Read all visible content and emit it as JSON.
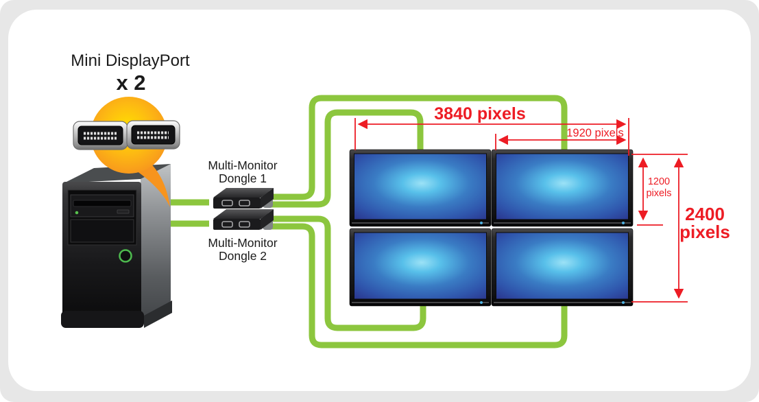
{
  "source": {
    "port_label": "Mini DisplayPort",
    "port_count_label": "x 2"
  },
  "dongles": [
    {
      "label_lines": [
        "Multi-Monitor",
        "Dongle 1"
      ]
    },
    {
      "label_lines": [
        "Multi-Monitor",
        "Dongle 2"
      ]
    }
  ],
  "dimensions": {
    "wall_width": "3840 pixels",
    "monitor_width": "1920 pixels",
    "monitor_height_lines": [
      "1200",
      "pixels"
    ],
    "wall_height_lines": [
      "2400",
      "pixels"
    ]
  },
  "monitor_wall": {
    "rows": 2,
    "columns": 2,
    "monitor_count": 4
  },
  "colors": {
    "cable_green": "#8cc63e",
    "dimension_red": "#ed1c24",
    "bubble_yellow": "#ffd800",
    "bubble_orange": "#f7941e",
    "screen_center_blue": "#9ce2f6",
    "screen_edge_blue": "#2b3a92"
  }
}
